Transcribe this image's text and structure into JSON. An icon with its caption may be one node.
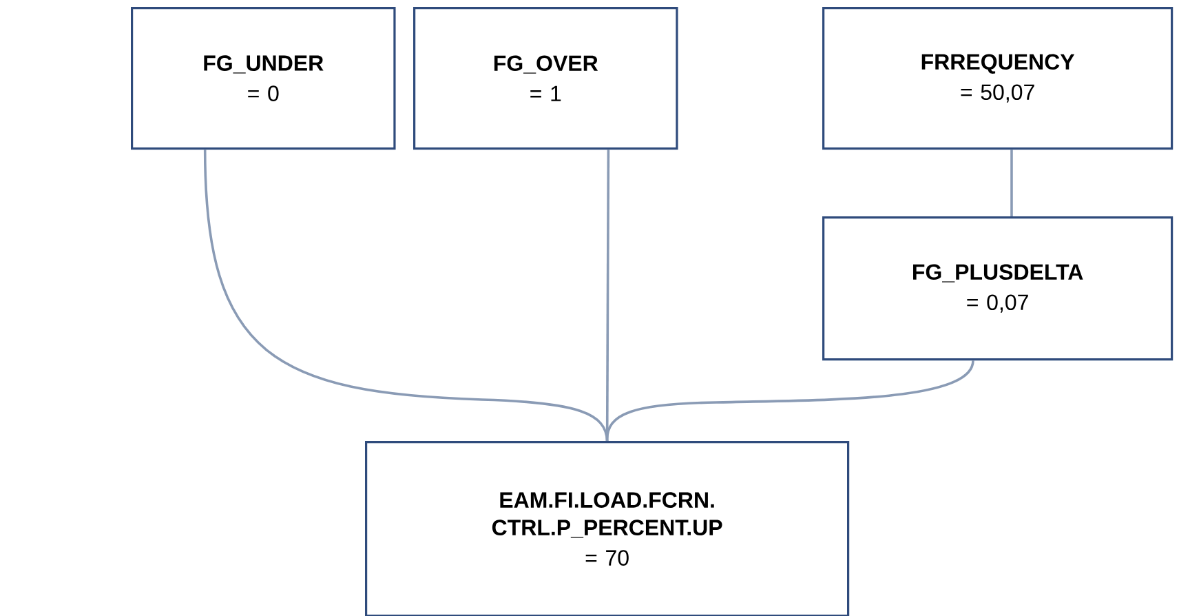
{
  "diagram": {
    "nodes": [
      {
        "text": [
          "FG_UNDER",
          "= 0"
        ]
      },
      {
        "text": [
          "FG_OVER",
          "= 1"
        ]
      },
      {
        "text": [
          "FRREQUENCY",
          "= 50,07"
        ]
      },
      {
        "text": [
          "FG_PLUSDELTA",
          "= 0,07"
        ]
      },
      {
        "text": [
          "EAM.FI.LOAD.FCRN. CTRL.P_PERCENT.UP",
          "= 70"
        ]
      }
    ],
    "edges": [
      {
        "from": 0,
        "to": 4,
        "arrow": "none"
      },
      {
        "from": 1,
        "to": 4,
        "arrow": "none"
      },
      {
        "from": 2,
        "to": 3,
        "arrow": "none"
      },
      {
        "from": 3,
        "to": 4,
        "arrow": "none"
      }
    ]
  }
}
